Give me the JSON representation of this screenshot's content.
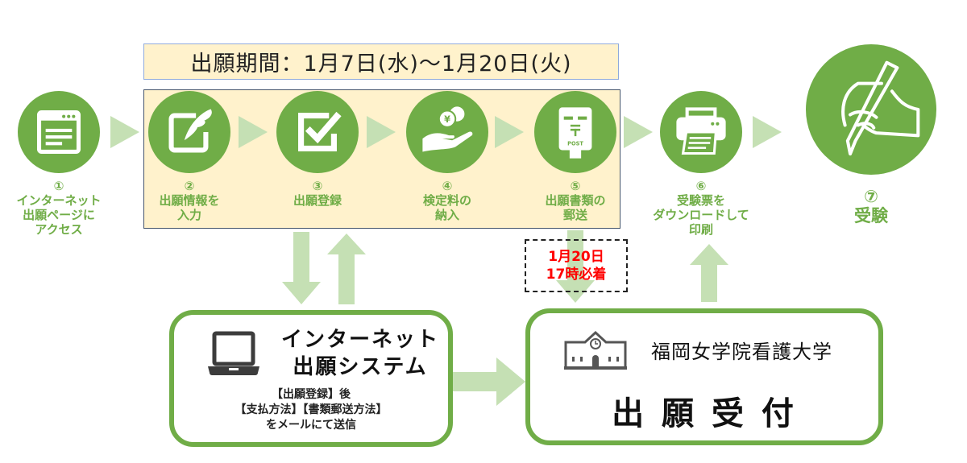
{
  "period": {
    "text": "出願期間：1月7日(水)〜1月20日(火)"
  },
  "steps": [
    {
      "num": "①",
      "lines": [
        "インターネット",
        "出願ページに",
        "アクセス"
      ],
      "icon": "browser-icon"
    },
    {
      "num": "②",
      "lines": [
        "出願情報を",
        "入力"
      ],
      "icon": "edit-pen-icon"
    },
    {
      "num": "③",
      "lines": [
        "出願登録"
      ],
      "icon": "checkbox-icon"
    },
    {
      "num": "④",
      "lines": [
        "検定料の",
        "納入"
      ],
      "icon": "yen-coin-hand-icon"
    },
    {
      "num": "⑤",
      "lines": [
        "出願書類の",
        "郵送"
      ],
      "icon": "postbox-icon"
    },
    {
      "num": "⑥",
      "lines": [
        "受験票を",
        "ダウンロードして",
        "印刷"
      ],
      "icon": "printer-icon"
    },
    {
      "num": "⑦",
      "lines": [
        "受験"
      ],
      "icon": "hand-writing-icon"
    }
  ],
  "postbox_text": "POST",
  "deadline": {
    "line1": "1月20日",
    "line2": "17時必着"
  },
  "system_box": {
    "title1": "インターネット",
    "title2": "出願システム",
    "note1": "【出願登録】後",
    "note2": "【支払方法】【書類郵送方法】",
    "note3": "をメールにて送信"
  },
  "university_box": {
    "name": "福岡女学院看護大学",
    "title": "出 願 受 付"
  },
  "colors": {
    "green": "#70ad47",
    "light_green": "#c5e0b4",
    "band": "#fff2cc",
    "deadline_red": "#ff0000"
  }
}
